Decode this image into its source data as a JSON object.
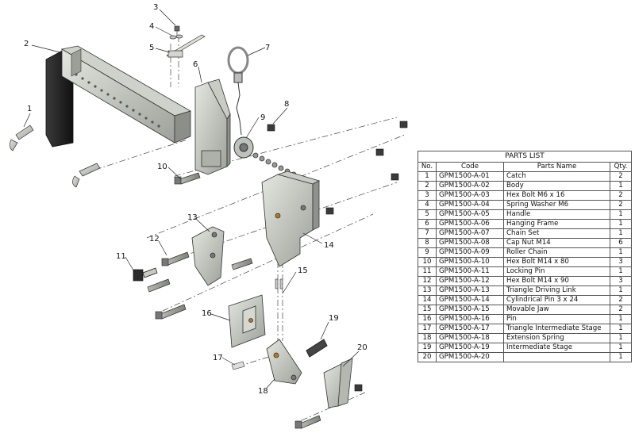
{
  "callouts": [
    "1",
    "2",
    "3",
    "4",
    "5",
    "6",
    "7",
    "8",
    "9",
    "10",
    "11",
    "12",
    "13",
    "14",
    "15",
    "16",
    "17",
    "18",
    "19",
    "20"
  ],
  "parts_list": {
    "title": "PARTS LIST",
    "headers": [
      "No.",
      "Code",
      "Parts Name",
      "Qty."
    ],
    "rows": [
      [
        "1",
        "GPM1500-A-01",
        "Catch",
        "2"
      ],
      [
        "2",
        "GPM1500-A-02",
        "Body",
        "1"
      ],
      [
        "3",
        "GPM1500-A-03",
        "Hex Bolt M6 x 16",
        "2"
      ],
      [
        "4",
        "GPM1500-A-04",
        "Spring Washer M6",
        "2"
      ],
      [
        "5",
        "GPM1500-A-05",
        "Handle",
        "1"
      ],
      [
        "6",
        "GPM1500-A-06",
        "Hanging Frame",
        "1"
      ],
      [
        "7",
        "GPM1500-A-07",
        "Chain Set",
        "1"
      ],
      [
        "8",
        "GPM1500-A-08",
        "Cap Nut M14",
        "6"
      ],
      [
        "9",
        "GPM1500-A-09",
        "Roller Chain",
        "1"
      ],
      [
        "10",
        "GPM1500-A-10",
        "Hex Bolt M14 x 80",
        "3"
      ],
      [
        "11",
        "GPM1500-A-11",
        "Locking Pin",
        "1"
      ],
      [
        "12",
        "GPM1500-A-12",
        "Hex Bolt M14 x 90",
        "3"
      ],
      [
        "13",
        "GPM1500-A-13",
        "Triangle Driving Link",
        "1"
      ],
      [
        "14",
        "GPM1500-A-14",
        "Cylindrical Pin 3 x 24",
        "2"
      ],
      [
        "15",
        "GPM1500-A-15",
        "Movable Jaw",
        "2"
      ],
      [
        "16",
        "GPM1500-A-16",
        "Pin",
        "1"
      ],
      [
        "17",
        "GPM1500-A-17",
        "Triangle Intermediate Stage",
        "1"
      ],
      [
        "18",
        "GPM1500-A-18",
        "Extension Spring",
        "1"
      ],
      [
        "19",
        "GPM1500-A-19",
        "Intermediate Stage",
        "1"
      ],
      [
        "20",
        "GPM1500-A-20",
        "",
        "1"
      ]
    ]
  }
}
